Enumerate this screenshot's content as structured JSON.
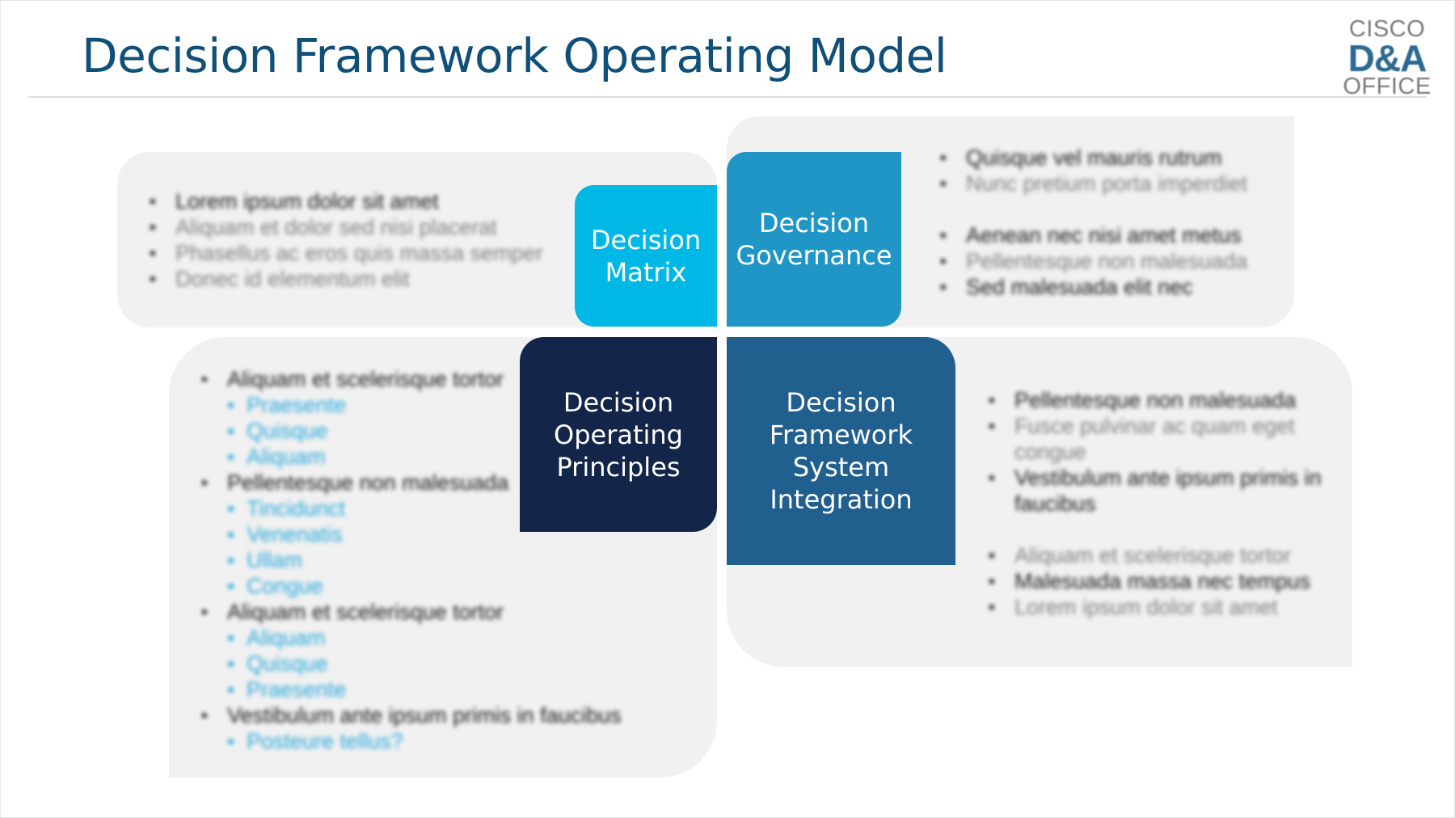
{
  "header": {
    "title": "Decision Framework Operating Model",
    "logo": {
      "line1": "CISCO",
      "line2": "D&A",
      "line3": "OFFICE"
    }
  },
  "quadrants": {
    "matrix": {
      "label_line1": "Decision",
      "label_line2": "Matrix",
      "bullets": [
        "Lorem ipsum dolor sit amet",
        "Aliquam et dolor sed nisi placerat",
        "Phasellus ac eros quis massa semper",
        "Donec id elementum elit"
      ]
    },
    "governance": {
      "label_line1": "Decision",
      "label_line2": "Governance",
      "bullets": [
        "Quisque vel mauris rutrum",
        "Nunc pretium porta imperdiet",
        "Aenean nec nisi amet metus",
        "Pellentesque non malesuada",
        "Sed malesuada elit nec"
      ]
    },
    "principles": {
      "label_line1": "Decision",
      "label_line2": "Operating",
      "label_line3": "Principles",
      "groups": [
        {
          "bullet": "Aliquam et scelerisque tortor",
          "subs": [
            "Praesente",
            "Quisque",
            "Aliquam"
          ]
        },
        {
          "bullet": "Pellentesque non malesuada",
          "subs": [
            "Tincidunct",
            "Venenatis",
            "Ullam",
            "Congue"
          ]
        },
        {
          "bullet": "Aliquam et scelerisque tortor",
          "subs": [
            "Aliquam",
            "Quisque",
            "Praesente"
          ]
        },
        {
          "bullet": "Vestibulum ante ipsum primis in faucibus",
          "subs": [
            "Posteure tellus?"
          ]
        }
      ]
    },
    "integration": {
      "label_line1": "Decision",
      "label_line2": "Framework",
      "label_line3": "System",
      "label_line4": "Integration",
      "bullets": [
        "Pellentesque non malesuada",
        "Fusce pulvinar ac quam eget congue",
        "Vestibulum ante ipsum primis in faucibus",
        "Aliquam et scelerisque tortor",
        "Malesuada massa nec tempus",
        "Lorem ipsum dolor sit amet"
      ]
    }
  },
  "colors": {
    "title": "#0f4f78",
    "matrix_tile": "#00b8e6",
    "governance_tile": "#1f96c6",
    "principles_tile": "#13264a",
    "integration_tile": "#215f8f",
    "panel": "#f1f1f1",
    "sub_bullet": "#29a8dc"
  }
}
